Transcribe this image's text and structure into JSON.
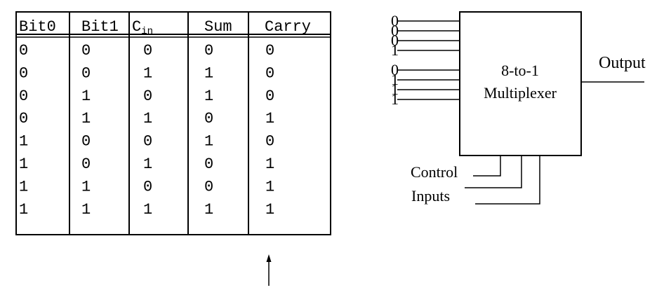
{
  "truth_table": {
    "headers": {
      "bit0": "Bit0",
      "bit1": "Bit1",
      "cin_main": "C",
      "cin_sub": "in",
      "sum": "Sum",
      "carry": "Carry"
    },
    "rows": [
      [
        "0",
        "0",
        "0",
        "0",
        "0"
      ],
      [
        "0",
        "0",
        "1",
        "1",
        "0"
      ],
      [
        "0",
        "1",
        "0",
        "1",
        "0"
      ],
      [
        "0",
        "1",
        "1",
        "0",
        "1"
      ],
      [
        "1",
        "0",
        "0",
        "1",
        "0"
      ],
      [
        "1",
        "0",
        "1",
        "0",
        "1"
      ],
      [
        "1",
        "1",
        "0",
        "0",
        "1"
      ],
      [
        "1",
        "1",
        "1",
        "1",
        "1"
      ]
    ]
  },
  "multiplexer": {
    "inputs": [
      "0",
      "0",
      "0",
      "1",
      "0",
      "1",
      "1",
      "1"
    ],
    "label_line1": "8-to-1",
    "label_line2": "Multiplexer",
    "output_label": "Output",
    "control_label_line1": "Control",
    "control_label_line2": "Inputs"
  }
}
